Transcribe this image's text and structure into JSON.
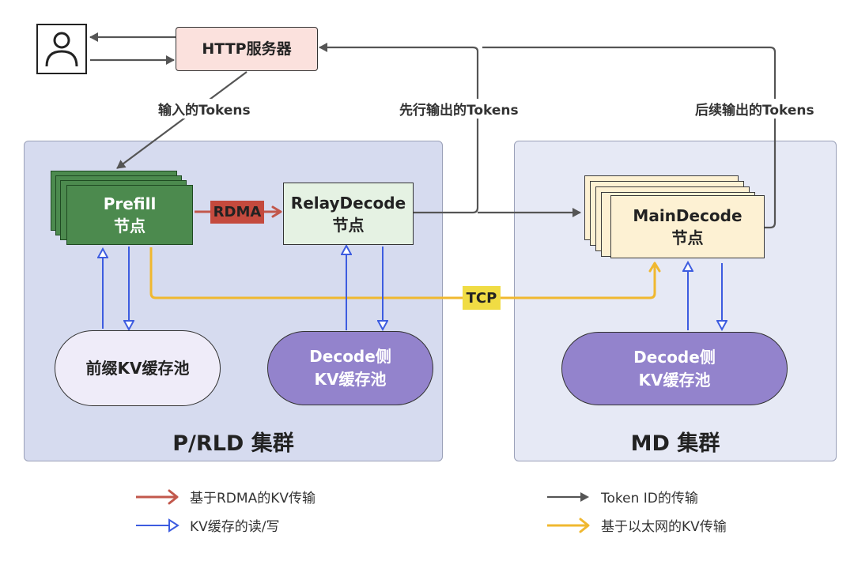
{
  "colors": {
    "rdma": "#c2584c",
    "kv_rw": "#3d5ce0",
    "token": "#555555",
    "tcp": "#f0b830"
  },
  "user": {
    "icon": "user-icon"
  },
  "http_server": {
    "label": "HTTP服务器"
  },
  "edges": {
    "input_tokens": "输入的Tokens",
    "early_output": "先行输出的Tokens",
    "later_output": "后续输出的Tokens"
  },
  "prld_cluster": {
    "title": "P/RLD 集群",
    "prefill": {
      "name": "Prefill",
      "sub": "节点"
    },
    "relay": {
      "name": "RelayDecode",
      "sub": "节点"
    },
    "prefix_pool": {
      "label": "前缀KV缓存池"
    },
    "decode_pool": {
      "line1": "Decode侧",
      "line2": "KV缓存池"
    },
    "rdma_badge": "RDMA"
  },
  "md_cluster": {
    "title": "MD 集群",
    "main": {
      "name": "MainDecode",
      "sub": "节点"
    },
    "decode_pool": {
      "line1": "Decode侧",
      "line2": "KV缓存池"
    }
  },
  "tcp_badge": "TCP",
  "legend": {
    "rdma": "基于RDMA的KV传输",
    "kv_rw": "KV缓存的读/写",
    "token": "Token ID的传输",
    "ethernet": "基于以太网的KV传输"
  }
}
